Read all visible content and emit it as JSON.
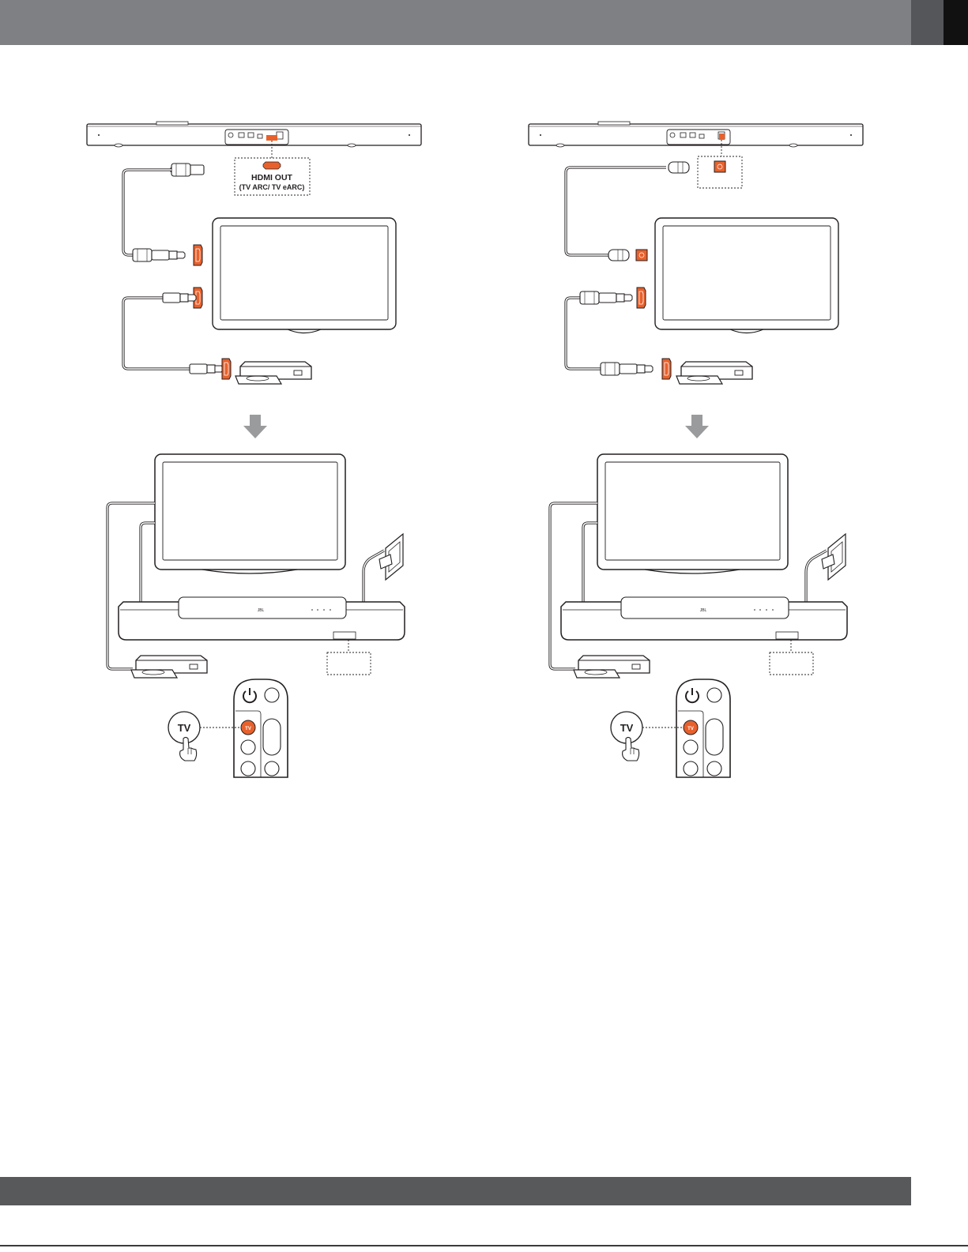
{
  "colors": {
    "accent": "#e8612c",
    "header_bar": "#7f8083",
    "header_tab_dark": "#55565a",
    "header_tab_black": "#111111",
    "footer_bar": "#58595b",
    "line": "#231f20"
  },
  "left_panel": {
    "port_label_line1": "HDMI OUT",
    "port_label_line2": "(TV ARC/ TV eARC)"
  },
  "remote": {
    "callout_label": "TV",
    "button_label": "TV",
    "power_icon": "power-icon"
  }
}
